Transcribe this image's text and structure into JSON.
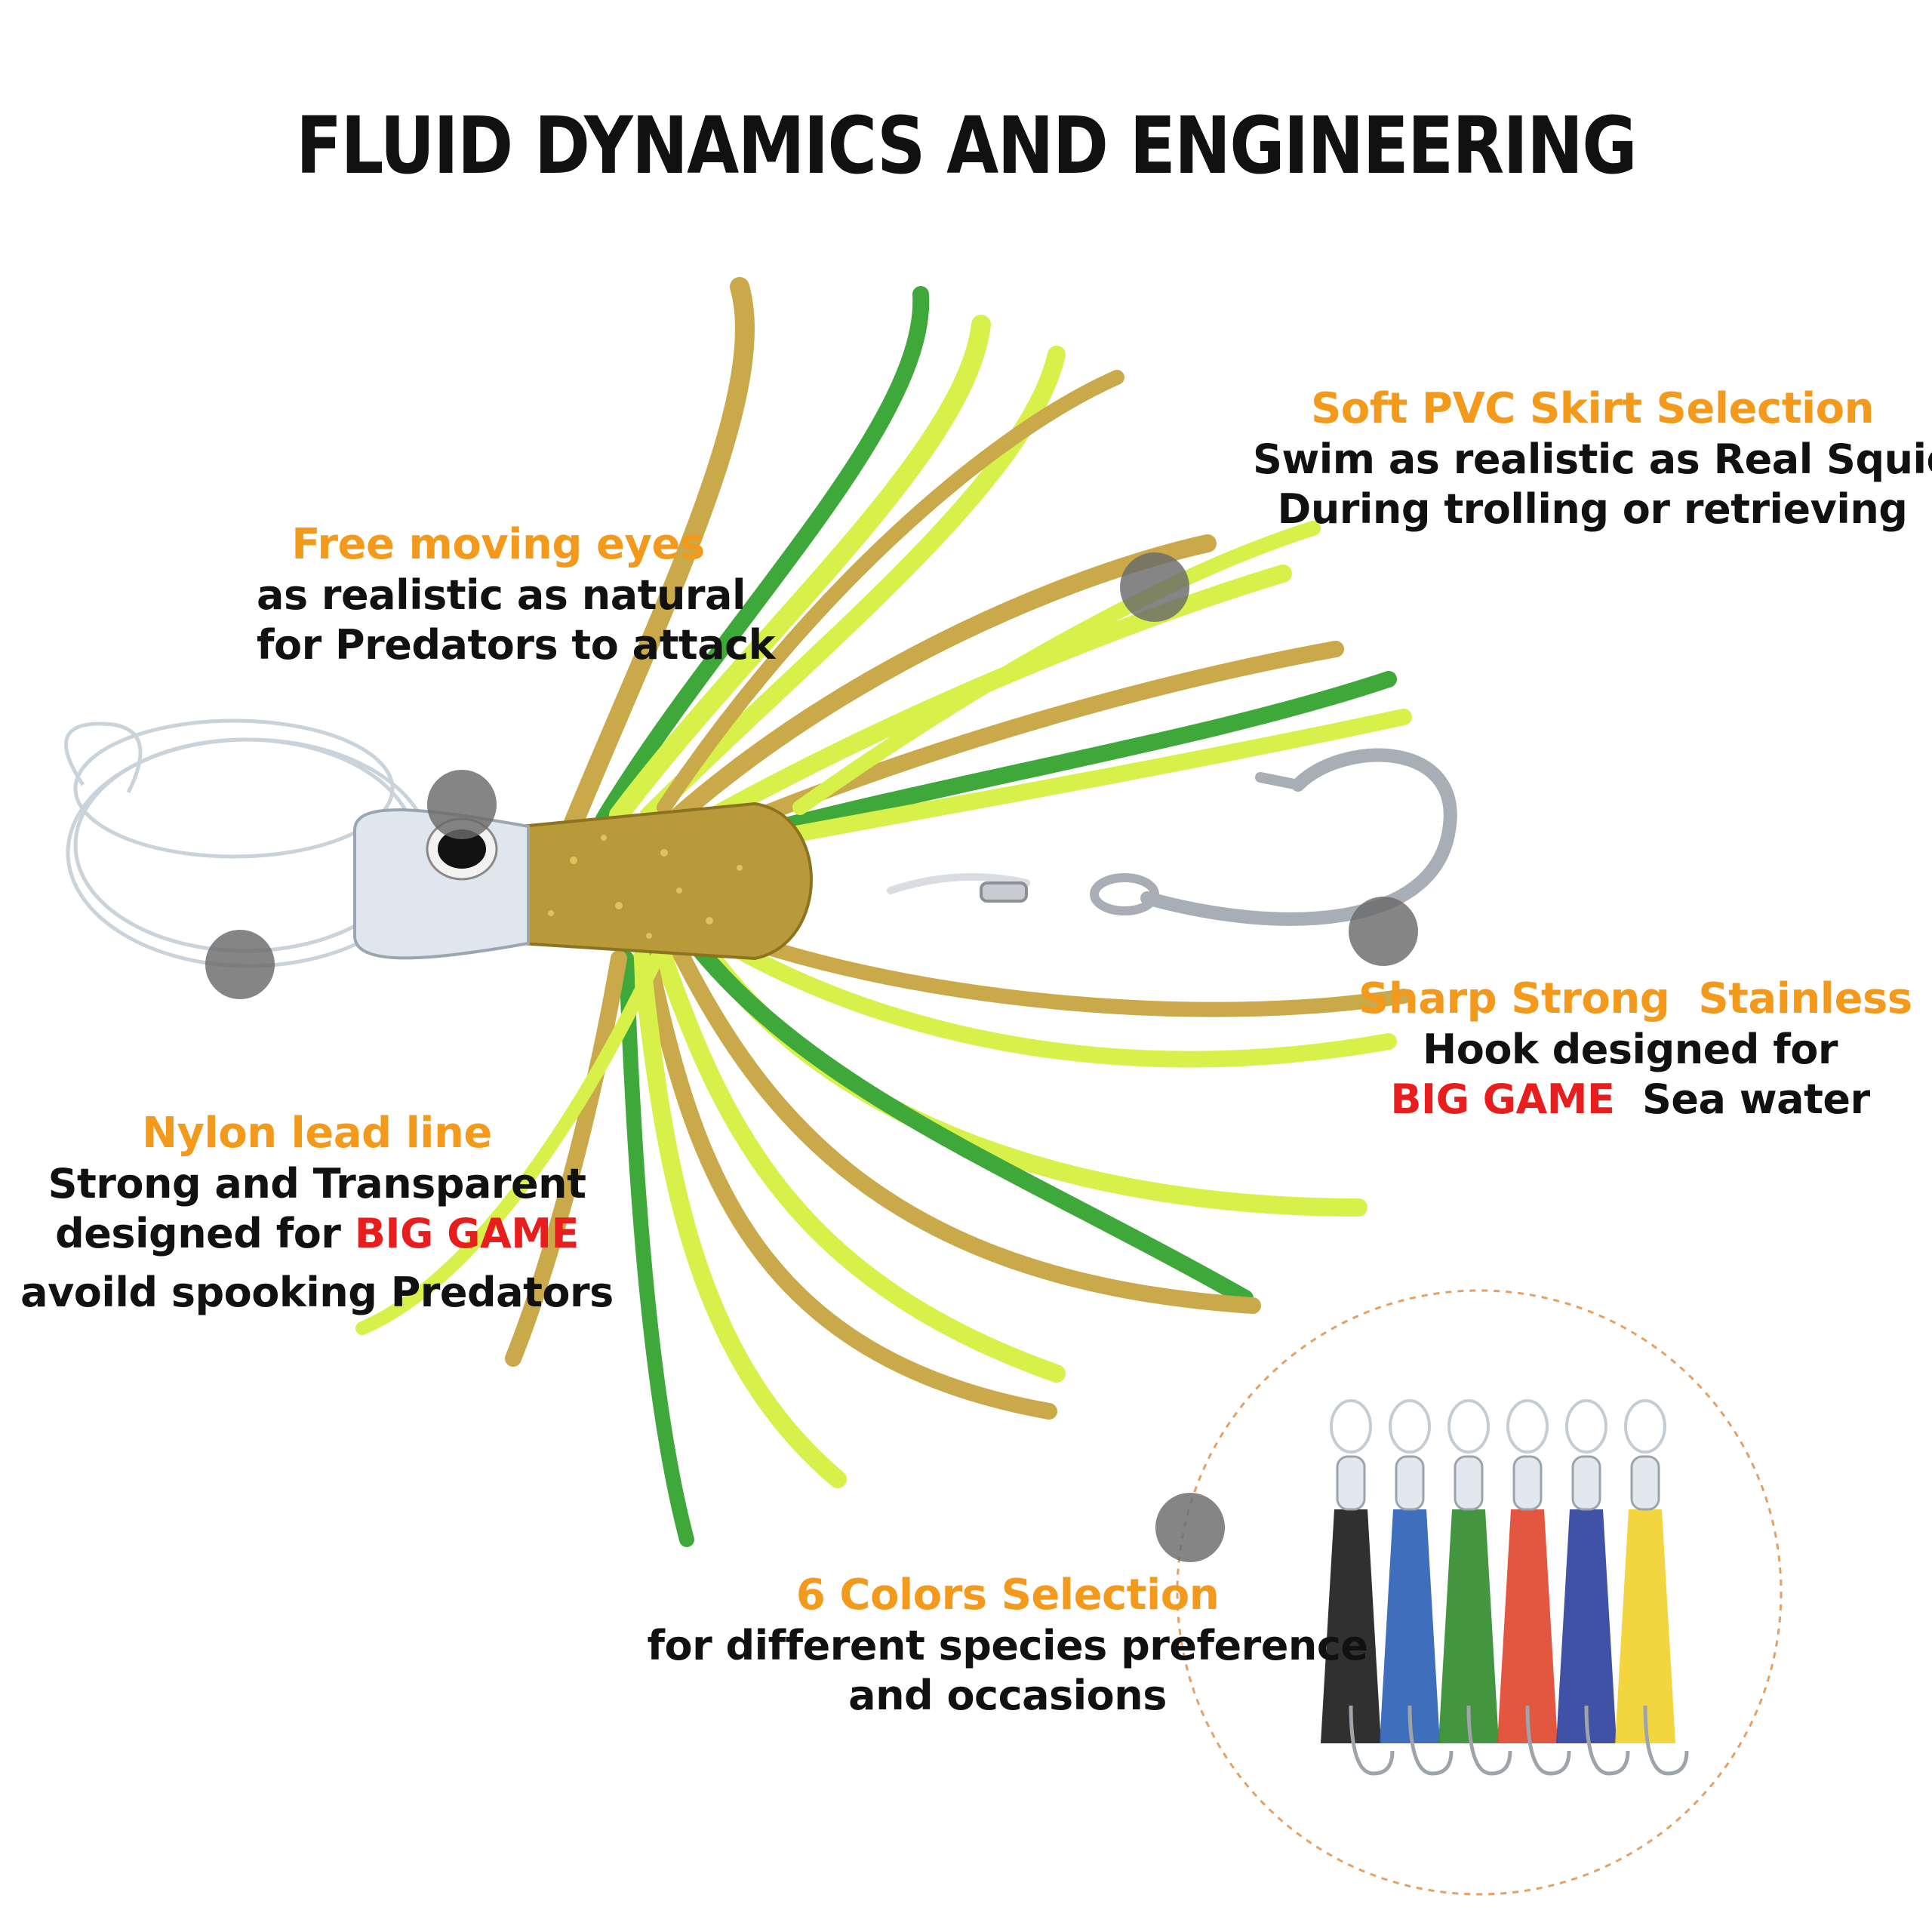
{
  "title": "FLUID DYNAMICS AND ENGINEERING",
  "features": {
    "eyes": {
      "heading": "Free moving eyes",
      "line1": "as realistic as natural",
      "line2": "for Predators to attack"
    },
    "skirt": {
      "heading": "Soft PVC Skirt Selection",
      "line1": "Swim as realistic as Real Squid",
      "line2": "During trolling or retrieving"
    },
    "hook": {
      "heading": "Sharp Strong  Stainless",
      "line1": "Hook designed for",
      "line2_red": "BIG GAME",
      "line2_rest": "  Sea water"
    },
    "nylon": {
      "heading": "Nylon lead line",
      "line1": "Strong and Transparent",
      "line2_pre": "designed for ",
      "line2_red": "BIG GAME",
      "line3": "avoild spooking Predators"
    },
    "colors": {
      "heading": "6 Colors Selection",
      "line1": "for different species preference",
      "line2": "and occasions"
    }
  },
  "colors": {
    "accent_orange": "#f39a1c",
    "accent_red": "#e81e1e",
    "text": "#111111",
    "skirt_lime": "#d8f04a",
    "skirt_gold": "#c9a94a",
    "skirt_green": "#3fa83a"
  },
  "lure_colors": [
    "#1a1a1a",
    "#2a5fb5",
    "#2f8a2a",
    "#e0442a",
    "#2b3f9c",
    "#f2d22a"
  ]
}
